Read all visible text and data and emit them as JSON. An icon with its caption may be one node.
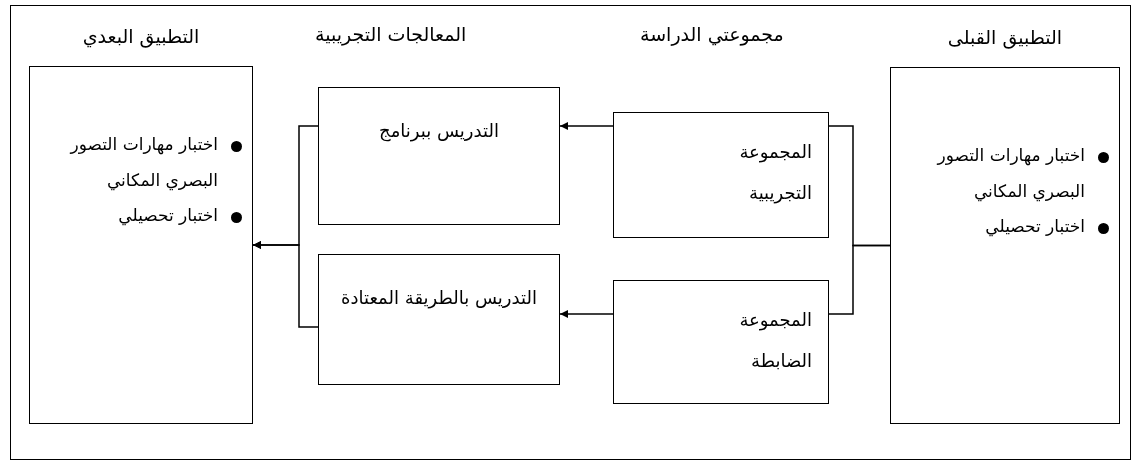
{
  "diagram": {
    "nodes": [
      {
        "text": [
          "التطبيق القبلى",
          "اختبار مهارات التصور البصري المكاني",
          "اختبار تحصيلي"
        ]
      },
      {
        "text": [
          "المجموعة التجريبية"
        ]
      },
      {
        "text": [
          "المجموعة الضابطة"
        ]
      },
      {
        "text": [
          "التدريس ببرنامج"
        ]
      },
      {
        "text": [
          "التدريس بالطريقة المعتادة"
        ]
      },
      {
        "text": [
          "التطبيق البعدي",
          "اختبار مهارات التصور البصري المكاني",
          "اختبار تحصيلي"
        ]
      }
    ],
    "edges": [
      {
        "from": 0,
        "to": 1,
        "arrow": "none"
      },
      {
        "from": 0,
        "to": 2,
        "arrow": "none"
      },
      {
        "from": 1,
        "to": 3,
        "arrow": "to"
      },
      {
        "from": 2,
        "to": 4,
        "arrow": "to"
      },
      {
        "from": 3,
        "to": 5,
        "arrow": "to"
      },
      {
        "from": 4,
        "to": 5,
        "arrow": "to"
      }
    ],
    "labels": [
      "مجموعتي الدراسة",
      "المعالجات التجريبية"
    ]
  }
}
